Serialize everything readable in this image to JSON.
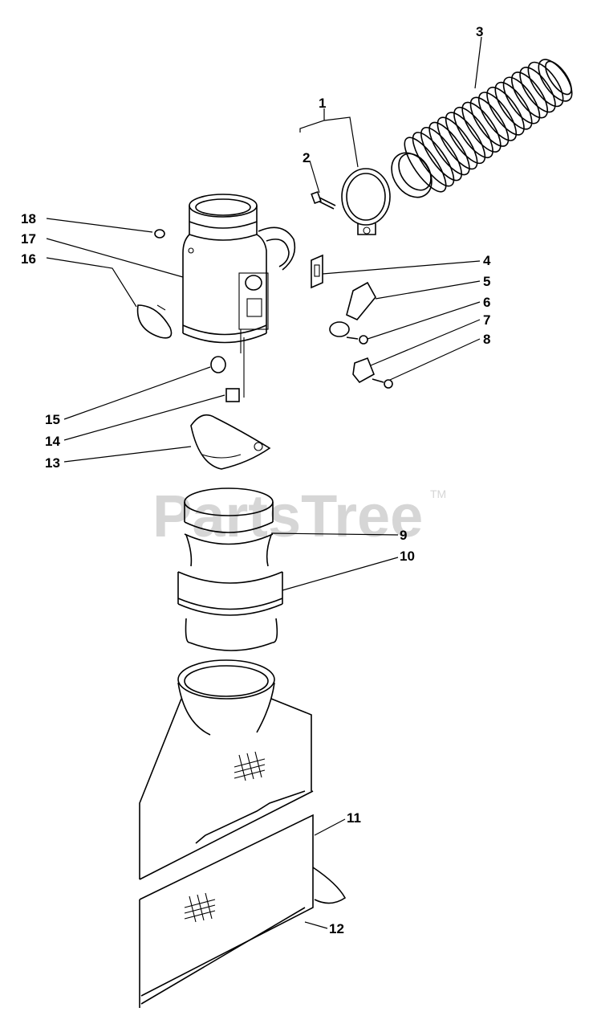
{
  "watermark": {
    "text": "PartsTree",
    "mark": "TM"
  },
  "callouts": [
    {
      "id": "1",
      "label": "1"
    },
    {
      "id": "2",
      "label": "2"
    },
    {
      "id": "3",
      "label": "3"
    },
    {
      "id": "4",
      "label": "4"
    },
    {
      "id": "5",
      "label": "5"
    },
    {
      "id": "6",
      "label": "6"
    },
    {
      "id": "7",
      "label": "7"
    },
    {
      "id": "8",
      "label": "8"
    },
    {
      "id": "9",
      "label": "9"
    },
    {
      "id": "10",
      "label": "10"
    },
    {
      "id": "11",
      "label": "11"
    },
    {
      "id": "12",
      "label": "12"
    },
    {
      "id": "13",
      "label": "13"
    },
    {
      "id": "14",
      "label": "14"
    },
    {
      "id": "15",
      "label": "15"
    },
    {
      "id": "16",
      "label": "16"
    },
    {
      "id": "17",
      "label": "17"
    },
    {
      "id": "18",
      "label": "18"
    }
  ]
}
